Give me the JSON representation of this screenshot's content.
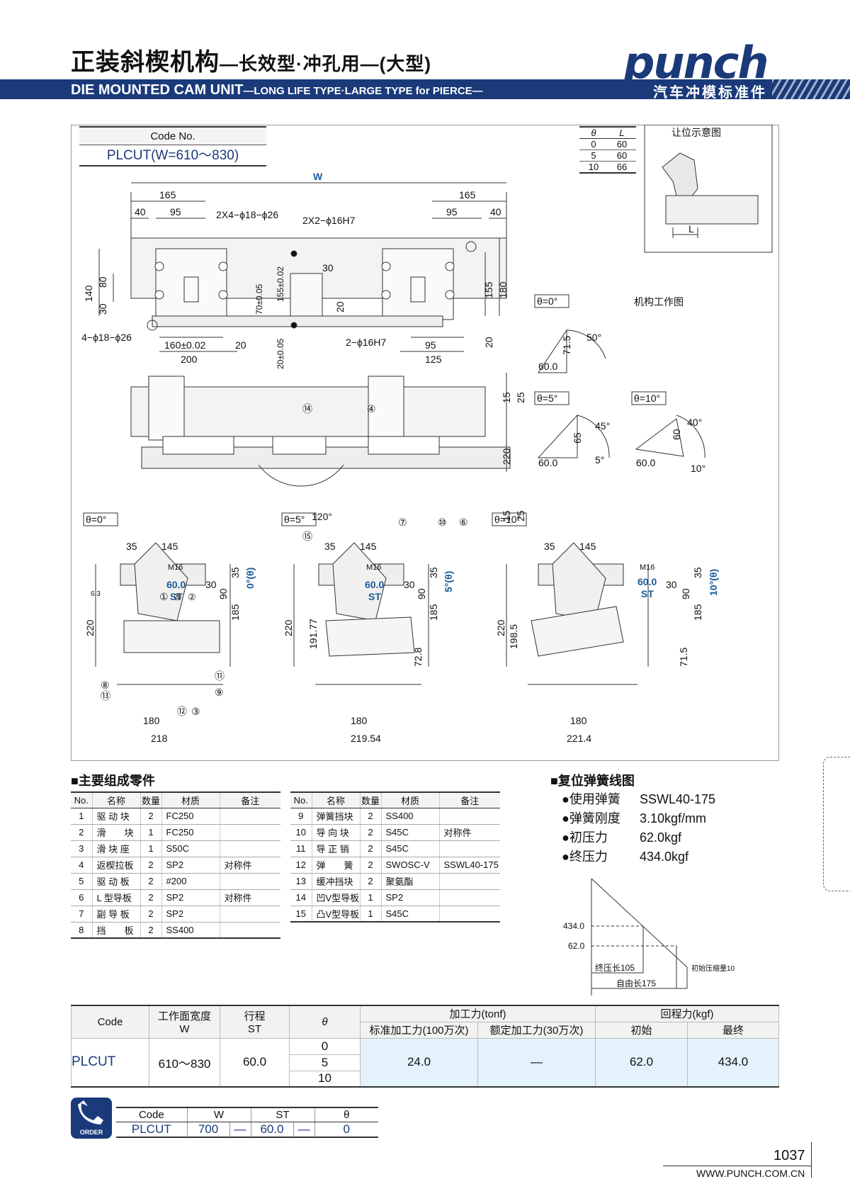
{
  "header": {
    "title_cn": "正装斜楔机构",
    "title_cn_sub": "—长效型·冲孔用—(大型)",
    "title_en": "DIE MOUNTED CAM UNIT",
    "title_en_sub": "—LONG LIFE TYPE·LARGE TYPE for PIERCE—",
    "brand": "punch",
    "brand_cn": "汽车冲模标准件"
  },
  "code_box": {
    "label": "Code No.",
    "value": "PLCUT(W=610～830)"
  },
  "theta_L_table": {
    "headers": [
      "θ",
      "L"
    ],
    "rows": [
      [
        "0",
        "60"
      ],
      [
        "5",
        "60"
      ],
      [
        "10",
        "66"
      ]
    ]
  },
  "drawing": {
    "clearance_label": "让位示意图",
    "mechanism_label": "机构工作图",
    "clearance_L": "L",
    "W": "W",
    "dims_top": [
      "165",
      "165",
      "40",
      "95",
      "95",
      "40",
      "30"
    ],
    "hole_note_1": "2X4−ϕ18−ϕ26",
    "hole_note_2": "2X2−ϕ16H7",
    "hole_note_3": "4−ϕ18−ϕ26",
    "hole_note_4": "2−ϕ16H7",
    "dims_left": [
      "140",
      "80",
      "30"
    ],
    "dims_mid": [
      "70±0.05",
      "155±0.02",
      "20±0.05",
      "20"
    ],
    "dims_right": [
      "155",
      "180",
      "20"
    ],
    "dims_bottom": [
      "160±0.02",
      "20",
      "200",
      "95",
      "125"
    ],
    "front_dims": [
      "15",
      "25",
      "220",
      "15",
      "25"
    ],
    "front_angle": "120°",
    "balloons": [
      "⑭",
      "④",
      "⑦",
      "⑩",
      "⑥",
      "⑮"
    ],
    "work_views": [
      {
        "theta": "θ=0°",
        "leg": "60.0",
        "height": "71.5",
        "angle": "50°"
      },
      {
        "theta": "θ=5°",
        "leg": "60.0",
        "height": "65",
        "angle": "45°",
        "tilt": "5°"
      },
      {
        "theta": "θ=10°",
        "leg": "60.0",
        "height": "60",
        "angle": "40°",
        "tilt": "10°"
      }
    ],
    "side_views": [
      {
        "theta": "θ=0°",
        "top": [
          "35",
          "145"
        ],
        "left": "220",
        "right": [
          "35",
          "90",
          "185"
        ],
        "st": "60.0",
        "bolt": "M16",
        "bottom": [
          "180",
          "218"
        ],
        "angle": "0°(θ)",
        "extra": "30"
      },
      {
        "theta": "θ=5°",
        "top": [
          "35",
          "145"
        ],
        "left": "220",
        "left2": "191.77",
        "right": [
          "35",
          "90",
          "185",
          "72.8"
        ],
        "st": "60.0",
        "bolt": "M16",
        "bottom": [
          "180",
          "219.54"
        ],
        "angle": "5°(θ)",
        "extra": "30"
      },
      {
        "theta": "θ=10°",
        "top": [
          "35",
          "145"
        ],
        "left": "220",
        "left2": "198.5",
        "right": [
          "35",
          "90",
          "185",
          "71.5"
        ],
        "st": "60.0",
        "bolt": "M16",
        "bottom": [
          "180",
          "221.4"
        ],
        "angle": "10°(θ)",
        "extra": "30"
      }
    ],
    "st_label": "ST",
    "roughness": "6.3",
    "side_balloons": [
      "①",
      "⑤",
      "②",
      "⑪",
      "⑨",
      "⑧",
      "⑬",
      "⑫",
      "③"
    ]
  },
  "parts": {
    "heading": "主要组成零件",
    "headers": [
      "No.",
      "名称",
      "数量",
      "材质",
      "备注"
    ],
    "left": [
      [
        "1",
        "驱 动 块",
        "2",
        "FC250",
        ""
      ],
      [
        "2",
        "滑　　块",
        "1",
        "FC250",
        ""
      ],
      [
        "3",
        "滑 块 座",
        "1",
        "S50C",
        ""
      ],
      [
        "4",
        "返楔拉板",
        "2",
        "SP2",
        "对称件"
      ],
      [
        "5",
        "驱 动 板",
        "2",
        "#200",
        ""
      ],
      [
        "6",
        "L 型导板",
        "2",
        "SP2",
        "对称件"
      ],
      [
        "7",
        "副 导 板",
        "2",
        "SP2",
        ""
      ],
      [
        "8",
        "挡　　板",
        "2",
        "SS400",
        ""
      ]
    ],
    "right": [
      [
        "9",
        "弹簧挡块",
        "2",
        "SS400",
        ""
      ],
      [
        "10",
        "导 向 块",
        "2",
        "S45C",
        "对称件"
      ],
      [
        "11",
        "导 正 销",
        "2",
        "S45C",
        ""
      ],
      [
        "12",
        "弹　　簧",
        "2",
        "SWOSC-V",
        "SSWL40-175"
      ],
      [
        "13",
        "缓冲挡块",
        "2",
        "聚氨酯",
        ""
      ],
      [
        "14",
        "凹V型导板",
        "1",
        "SP2",
        ""
      ],
      [
        "15",
        "凸V型导板",
        "1",
        "S45C",
        ""
      ]
    ]
  },
  "spring": {
    "heading": "复位弹簧线图",
    "items": [
      {
        "k": "使用弹簧",
        "v": "SSWL40-175"
      },
      {
        "k": "弹簧刚度",
        "v": "3.10kgf/mm"
      },
      {
        "k": "初压力",
        "v": "62.0kgf"
      },
      {
        "k": "终压力",
        "v": "434.0kgf"
      }
    ],
    "graph": {
      "y_values": [
        "434.0",
        "62.0"
      ],
      "label_final": "终压长105",
      "label_free": "自由长175",
      "label_initial": "初始压缩量10"
    }
  },
  "spec": {
    "headers": {
      "code": "Code",
      "width": "工作面宽度",
      "width_sub": "W",
      "stroke": "行程",
      "stroke_sub": "ST",
      "theta": "θ",
      "force": "加工力(tonf)",
      "force_std": "标准加工力(100万次)",
      "force_rated": "额定加工力(30万次)",
      "return": "回程力(kgf)",
      "return_init": "初始",
      "return_final": "最终"
    },
    "row": {
      "code": "PLCUT",
      "width": "610～830",
      "stroke": "60.0",
      "thetas": [
        "0",
        "5",
        "10"
      ],
      "force_std": "24.0",
      "force_rated": "—",
      "return_init": "62.0",
      "return_final": "434.0"
    }
  },
  "order": {
    "icon_label": "ORDER",
    "headers": [
      "Code",
      "W",
      "ST",
      "θ"
    ],
    "values": [
      "PLCUT",
      "700",
      "—",
      "60.0",
      "—",
      "0"
    ]
  },
  "footer": {
    "page": "1037",
    "url": "WWW.PUNCH.COM.CN"
  }
}
